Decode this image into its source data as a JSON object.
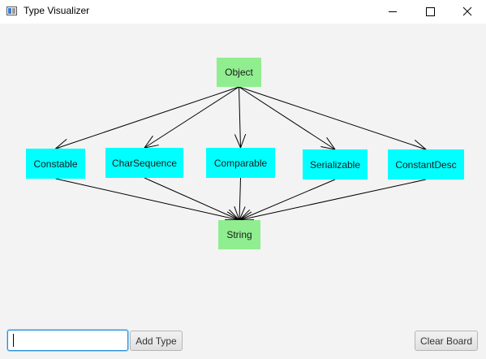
{
  "window": {
    "title": "Type Visualizer",
    "icon": "app-window-icon",
    "controls": [
      "minimize-icon",
      "maximize-icon",
      "close-icon"
    ]
  },
  "colors": {
    "root_node": "#90ee90",
    "interface_node": "#00ffff",
    "board_background": "#f3f3f3",
    "edge": "#000000"
  },
  "graph": {
    "nodes": {
      "object": "Object",
      "constable": "Constable",
      "charsequence": "CharSequence",
      "comparable": "Comparable",
      "serializable": "Serializable",
      "constantdesc": "ConstantDesc",
      "string": "String"
    },
    "edges": [
      [
        "object",
        "constable"
      ],
      [
        "object",
        "charsequence"
      ],
      [
        "object",
        "comparable"
      ],
      [
        "object",
        "serializable"
      ],
      [
        "object",
        "constantdesc"
      ],
      [
        "constable",
        "string"
      ],
      [
        "charsequence",
        "string"
      ],
      [
        "comparable",
        "string"
      ],
      [
        "serializable",
        "string"
      ],
      [
        "constantdesc",
        "string"
      ]
    ]
  },
  "controls": {
    "type_input_value": "",
    "add_type_label": "Add Type",
    "clear_board_label": "Clear Board"
  }
}
